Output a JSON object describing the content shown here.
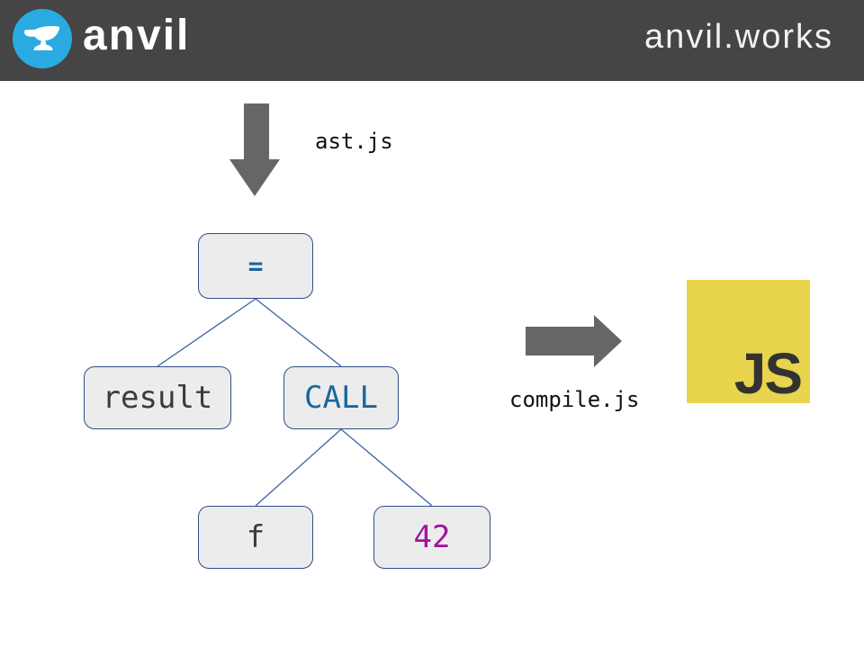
{
  "header": {
    "logo_text": "anvil",
    "wordmark": "anvil.works",
    "colors": {
      "bar_bg": "#454545",
      "logo_circle": "#29abe2",
      "text": "#ffffff"
    }
  },
  "diagram": {
    "labels": {
      "down_arrow": "ast.js",
      "right_arrow": "compile.js"
    },
    "arrow_color": "#666666",
    "tree": {
      "nodes": [
        {
          "label": "=",
          "text_color": "#17689e"
        },
        {
          "label": "result",
          "text_color": "#3b3b3b"
        },
        {
          "label": "CALL",
          "text_color": "#17689e"
        },
        {
          "label": "f",
          "text_color": "#3b3b3b"
        },
        {
          "label": "42",
          "text_color": "#a3139c"
        }
      ],
      "edges": [
        [
          0,
          1
        ],
        [
          0,
          2
        ],
        [
          2,
          3
        ],
        [
          2,
          4
        ]
      ],
      "node_fill": "#ececec",
      "node_border": "#2e4d87",
      "connector_color": "#3a63a0"
    },
    "js_logo": {
      "text": "JS",
      "bg_color": "#e8d44d",
      "text_color": "#323330"
    }
  }
}
